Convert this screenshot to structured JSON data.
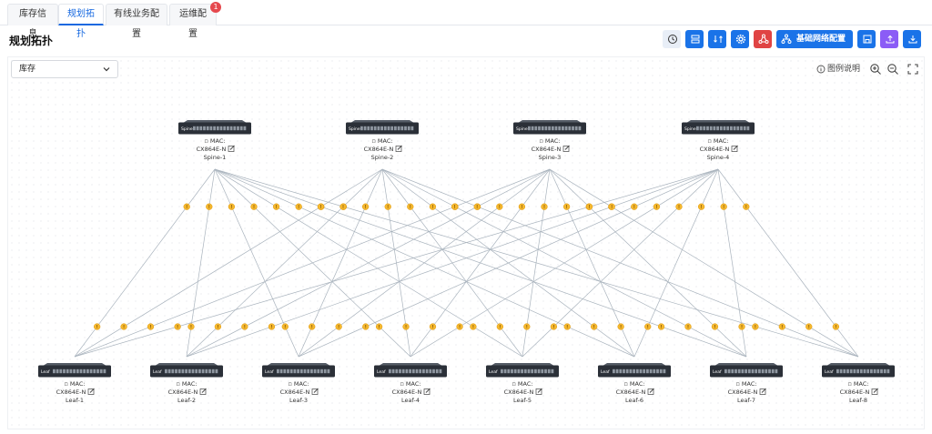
{
  "tabs": [
    {
      "label": "库存信息",
      "active": false
    },
    {
      "label": "规划拓扑",
      "active": true
    },
    {
      "label": "有线业务配置",
      "active": false
    },
    {
      "label": "运维配置",
      "active": false
    }
  ],
  "tab_badge": "1",
  "page_title": "规划拓扑",
  "toolbar": {
    "network_config_label": "基础网络配置"
  },
  "filter_select": {
    "value": "库存"
  },
  "legend_label": "图例说明",
  "device_tags": {
    "spine": "Spine",
    "leaf": "Leaf"
  },
  "spines": [
    {
      "mac": "MAC:",
      "model": "CX864E-N",
      "name": "Spine-1"
    },
    {
      "mac": "MAC:",
      "model": "CX864E-N",
      "name": "Spine-2"
    },
    {
      "mac": "MAC:",
      "model": "CX864E-N",
      "name": "Spine-3"
    },
    {
      "mac": "MAC:",
      "model": "CX864E-N",
      "name": "Spine-4"
    }
  ],
  "leaves": [
    {
      "mac": "MAC:",
      "model": "CX864E-N",
      "name": "Leaf-1"
    },
    {
      "mac": "MAC:",
      "model": "CX864E-N",
      "name": "Leaf-2"
    },
    {
      "mac": "MAC:",
      "model": "CX864E-N",
      "name": "Leaf-3"
    },
    {
      "mac": "MAC:",
      "model": "CX864E-N",
      "name": "Leaf-4"
    },
    {
      "mac": "MAC:",
      "model": "CX864E-N",
      "name": "Leaf-5"
    },
    {
      "mac": "MAC:",
      "model": "CX864E-N",
      "name": "Leaf-6"
    },
    {
      "mac": "MAC:",
      "model": "CX864E-N",
      "name": "Leaf-7"
    },
    {
      "mac": "MAC:",
      "model": "CX864E-N",
      "name": "Leaf-8"
    }
  ],
  "colors": {
    "accent": "#1a73e8",
    "danger": "#e04444",
    "purple": "#8b5cf6",
    "link": "#a9b3bd",
    "port_marker": "#f5b82e"
  }
}
